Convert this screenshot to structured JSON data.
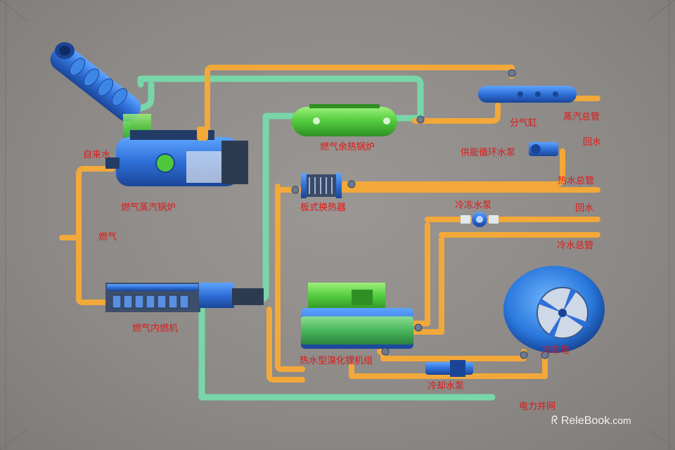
{
  "labels": {
    "tap_water": "自来水",
    "gas_steam_boiler": "燃气蒸汽锅炉",
    "gas": "燃气",
    "gas_engine": "燃气内燃机",
    "waste_heat_boiler": "燃气余热锅炉",
    "plate_heat_exchanger": "板式换热器",
    "steam_header": "分气缸",
    "steam_main": "蒸汽总管",
    "supply_circ_pump": "供能循环水泵",
    "return_water_1": "回水",
    "hot_water_main": "热水总管",
    "chilled_water_pump": "冷冻水泵",
    "return_water_2": "回水",
    "cold_water_main": "冷水总管",
    "absorption_chiller": "热水型溴化锂机组",
    "cooling_tower": "冷却塔",
    "cooling_water_pump": "冷却水泵",
    "grid_connection": "电力并网"
  },
  "watermark": {
    "brand": "ReleBook",
    "suffix": ".com"
  },
  "colors": {
    "pipe_orange": "#f3a83a",
    "pipe_green": "#78d6a8",
    "equipment_blue": "#2f6fd8",
    "equipment_green": "#4fc93c",
    "label_red": "#e01818"
  }
}
